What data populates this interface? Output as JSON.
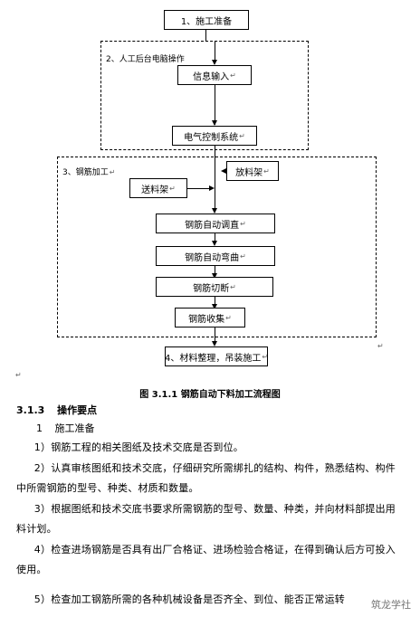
{
  "flowchart": {
    "step1": "1、施工准备",
    "group2_label": "2、人工后台电脑操作",
    "info_input": "信息输入",
    "pneumatic_control": "电气控制系统",
    "group3_label": "3、钢筋加工",
    "material_release": "放料架",
    "feeding": "送料架",
    "auto_straighten": "钢筋自动调直",
    "auto_bend": "钢筋自动弯曲",
    "cutting": "钢筋切断",
    "collection": "钢筋收集",
    "step4": "4、材料整理，吊装施工",
    "para_mark": "↵"
  },
  "document": {
    "figure_caption": "图 3.1.1 钢筋自动下料加工流程图",
    "section_number": "3.1.3",
    "section_title": "操作要点",
    "sub_number": "1",
    "sub_title": "施工准备",
    "paragraphs": [
      "1）钢筋工程的相关图纸及技术交底是否到位。",
      "2）认真审核图纸和技术交底，仔细研究所需绑扎的结构、构件，熟悉结构、构件中所需钢筋的型号、种类、材质和数量。",
      "3）根据图纸和技术交底书要求所需钢筋的型号、数量、种类，并向材料部提出用料计划。",
      "4）检查进场钢筋是否具有出厂合格证、进场检验合格证，在得到确认后方可投入使用。",
      "5）检查加工钢筋所需的各种机械设备是否齐全、到位、能否正常运转"
    ],
    "watermark": "筑龙学社"
  }
}
